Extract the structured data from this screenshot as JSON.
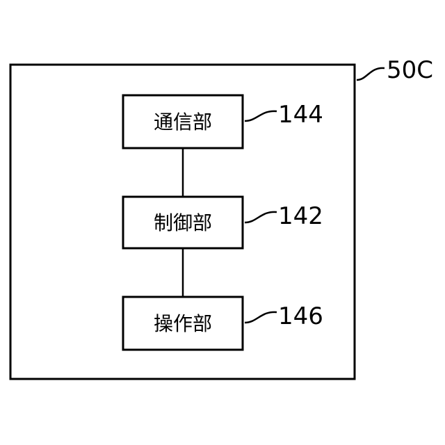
{
  "diagram": {
    "outer_ref": "50C",
    "blocks": [
      {
        "label": "通信部",
        "ref": "144"
      },
      {
        "label": "制御部",
        "ref": "142"
      },
      {
        "label": "操作部",
        "ref": "146"
      }
    ]
  }
}
